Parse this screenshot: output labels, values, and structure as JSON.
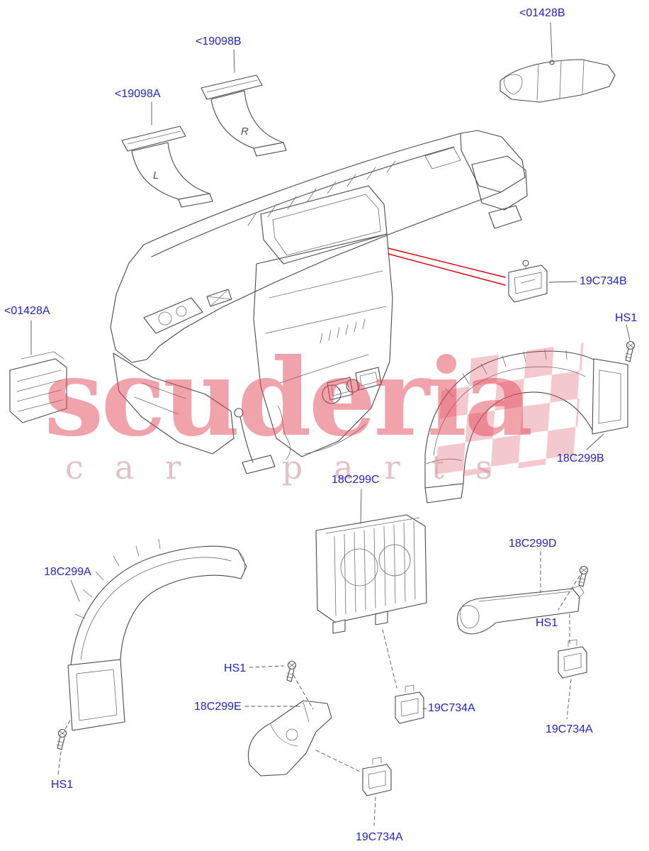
{
  "palette": {
    "label_blue": "#2222cc",
    "line_gray": "#4a4a4a",
    "pointer_red": "#e30613",
    "watermark_red": "#e44858",
    "watermark_pink": "#c99098"
  },
  "watermark": {
    "line1": "scuderia",
    "line2": "car parts"
  },
  "duct_markings": {
    "left": "L",
    "right": "R"
  },
  "part_labels": [
    {
      "text": "<01428B"
    },
    {
      "text": "<19098B"
    },
    {
      "text": "<19098A"
    },
    {
      "text": "19C734B"
    },
    {
      "text": "<01428A"
    },
    {
      "text": "HS1"
    },
    {
      "text": "18C299B"
    },
    {
      "text": "18C299C"
    },
    {
      "text": "18C299D"
    },
    {
      "text": "18C299A"
    },
    {
      "text": "HS1"
    },
    {
      "text": "HS1"
    },
    {
      "text": "18C299E"
    },
    {
      "text": "19C734A"
    },
    {
      "text": "19C734A"
    },
    {
      "text": "HS1"
    },
    {
      "text": "19C734A"
    }
  ]
}
